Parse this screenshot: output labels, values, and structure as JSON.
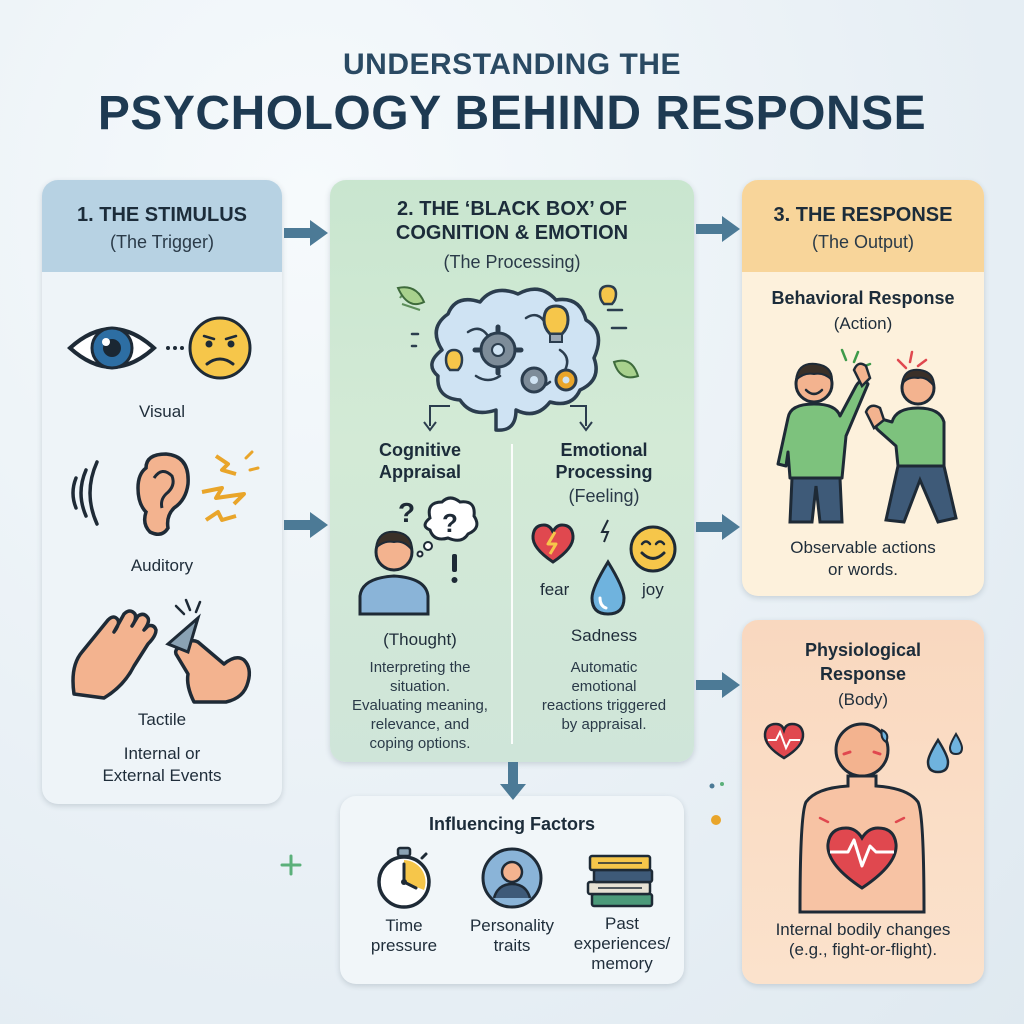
{
  "title": {
    "line1": "UNDERSTANDING THE",
    "line2": "PSYCHOLOGY BEHIND RESPONSE"
  },
  "stimulus": {
    "heading": "1. THE STIMULUS",
    "subheading": "(The Trigger)",
    "items": [
      {
        "label": "Visual",
        "icon": "eye-sad-face-icon"
      },
      {
        "label": "Auditory",
        "icon": "ear-sound-icon"
      },
      {
        "label": "Tactile",
        "icon": "hands-touch-icon"
      }
    ],
    "footer_line1": "Internal or",
    "footer_line2": "External Events"
  },
  "processing": {
    "heading_line1": "2. THE ‘BLACK BOX’ OF",
    "heading_line2": "COGNITION & EMOTION",
    "subheading": "(The Processing)",
    "cognitive": {
      "title_line1": "Cognitive",
      "title_line2": "Appraisal",
      "caption": "(Thought)",
      "desc_line1": "Interpreting the",
      "desc_line2": "situation.",
      "desc_line3": "Evaluating meaning,",
      "desc_line4": "relevance, and",
      "desc_line5": "coping options."
    },
    "emotional": {
      "title_line1": "Emotional",
      "title_line2": "Processing",
      "subtitle": "(Feeling)",
      "fear_label": "fear",
      "joy_label": "joy",
      "sadness_label": "Sadness",
      "desc_line1": "Automatic",
      "desc_line2": "emotional",
      "desc_line3": "reactions triggered",
      "desc_line4": "by appraisal."
    }
  },
  "response": {
    "heading": "3. THE RESPONSE",
    "subheading": "(The Output)",
    "behavioral": {
      "title": "Behavioral Response",
      "subtitle": "(Action)",
      "desc_line1": "Observable actions",
      "desc_line2": "or words."
    },
    "physiological": {
      "title_line1": "Physiological",
      "title_line2": "Response",
      "subtitle": "(Body)",
      "desc_line1": "Internal bodily changes",
      "desc_line2": "(e.g., fight-or-flight)."
    }
  },
  "factors": {
    "title": "Influencing Factors",
    "items": [
      {
        "line1": "Time",
        "line2": "pressure",
        "line3": "",
        "icon": "stopwatch-icon"
      },
      {
        "line1": "Personality",
        "line2": "traits",
        "line3": "",
        "icon": "person-portrait-icon"
      },
      {
        "line1": "Past",
        "line2": "experiences/",
        "line3": "memory",
        "icon": "book-stack-icon"
      }
    ]
  },
  "colors": {
    "arrow": "#4c7a96",
    "stimulus_header": "#b7d2e3",
    "response_header": "#f8d59a",
    "processing_panel": "#c9e6cf",
    "heart_red": "#e0484f"
  }
}
